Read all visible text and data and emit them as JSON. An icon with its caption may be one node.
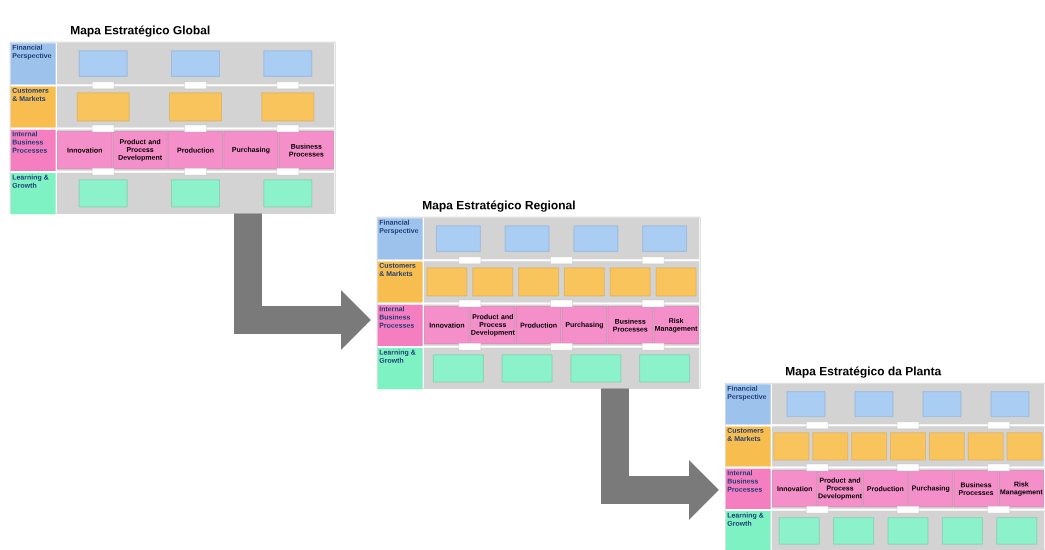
{
  "diagram": {
    "nodes": [
      {
        "text": [
          "Mapa Estratégico Global"
        ]
      },
      {
        "text": [
          "Financial Perspective"
        ],
        "in": 0
      },
      {
        "text": [
          "Customers & Markets"
        ],
        "in": 0
      },
      {
        "text": [
          "Internal Business Processes"
        ],
        "in": 0
      },
      {
        "text": [
          "Learning & Growth"
        ],
        "in": 0
      },
      {
        "text": [],
        "shape": "box",
        "in": 0
      },
      {
        "text": [],
        "shape": "box",
        "in": 0
      },
      {
        "text": [],
        "shape": "box",
        "in": 0
      },
      {
        "text": [],
        "shape": "box",
        "in": 0
      },
      {
        "text": [],
        "shape": "box",
        "in": 0
      },
      {
        "text": [],
        "shape": "box",
        "in": 0
      },
      {
        "text": [
          "Innovation"
        ],
        "in": 0
      },
      {
        "text": [
          "Product and Process Development"
        ],
        "in": 0
      },
      {
        "text": [
          "Production"
        ],
        "in": 0
      },
      {
        "text": [
          "Purchasing"
        ],
        "in": 0
      },
      {
        "text": [
          "Business Processes"
        ],
        "in": 0
      },
      {
        "text": [],
        "shape": "box",
        "in": 0
      },
      {
        "text": [],
        "shape": "box",
        "in": 0
      },
      {
        "text": [],
        "shape": "box",
        "in": 0
      },
      {
        "text": [
          "Mapa Estratégico Regional"
        ]
      },
      {
        "text": [
          "Financial Perspective"
        ],
        "in": 19
      },
      {
        "text": [
          "Customers & Markets"
        ],
        "in": 19
      },
      {
        "text": [
          "Internal Business Processes"
        ],
        "in": 19
      },
      {
        "text": [
          "Learning & Growth"
        ],
        "in": 19
      },
      {
        "text": [],
        "shape": "box",
        "in": 19
      },
      {
        "text": [],
        "shape": "box",
        "in": 19
      },
      {
        "text": [],
        "shape": "box",
        "in": 19
      },
      {
        "text": [],
        "shape": "box",
        "in": 19
      },
      {
        "text": [],
        "shape": "box",
        "in": 19
      },
      {
        "text": [],
        "shape": "box",
        "in": 19
      },
      {
        "text": [],
        "shape": "box",
        "in": 19
      },
      {
        "text": [],
        "shape": "box",
        "in": 19
      },
      {
        "text": [],
        "shape": "box",
        "in": 19
      },
      {
        "text": [],
        "shape": "box",
        "in": 19
      },
      {
        "text": [
          "Innovation"
        ],
        "in": 19
      },
      {
        "text": [
          "Product and Process Development"
        ],
        "in": 19
      },
      {
        "text": [
          "Production"
        ],
        "in": 19
      },
      {
        "text": [
          "Purchasing"
        ],
        "in": 19
      },
      {
        "text": [
          "Business Processes"
        ],
        "in": 19
      },
      {
        "text": [
          "Risk Management"
        ],
        "in": 19
      },
      {
        "text": [],
        "shape": "box",
        "in": 19
      },
      {
        "text": [],
        "shape": "box",
        "in": 19
      },
      {
        "text": [],
        "shape": "box",
        "in": 19
      },
      {
        "text": [],
        "shape": "box",
        "in": 19
      },
      {
        "text": [
          "Mapa Estratégico da Planta"
        ]
      },
      {
        "text": [
          "Financial Perspective"
        ],
        "in": 44
      },
      {
        "text": [
          "Customers & Markets"
        ],
        "in": 44
      },
      {
        "text": [
          "Internal Business Processes"
        ],
        "in": 44
      },
      {
        "text": [
          "Learning & Growth"
        ],
        "in": 44
      },
      {
        "text": [],
        "shape": "box",
        "in": 44
      },
      {
        "text": [],
        "shape": "box",
        "in": 44
      },
      {
        "text": [],
        "shape": "box",
        "in": 44
      },
      {
        "text": [],
        "shape": "box",
        "in": 44
      },
      {
        "text": [],
        "shape": "box",
        "in": 44
      },
      {
        "text": [],
        "shape": "box",
        "in": 44
      },
      {
        "text": [],
        "shape": "box",
        "in": 44
      },
      {
        "text": [],
        "shape": "box",
        "in": 44
      },
      {
        "text": [],
        "shape": "box",
        "in": 44
      },
      {
        "text": [],
        "shape": "box",
        "in": 44
      },
      {
        "text": [],
        "shape": "box",
        "in": 44
      },
      {
        "text": [
          "Innovation"
        ],
        "in": 44
      },
      {
        "text": [
          "Product and Process Development"
        ],
        "in": 44
      },
      {
        "text": [
          "Production"
        ],
        "in": 44
      },
      {
        "text": [
          "Purchasing"
        ],
        "in": 44
      },
      {
        "text": [
          "Business Processes"
        ],
        "in": 44
      },
      {
        "text": [
          "Risk Management"
        ],
        "in": 44
      },
      {
        "text": [],
        "shape": "box",
        "in": 44
      },
      {
        "text": [],
        "shape": "box",
        "in": 44
      },
      {
        "text": [],
        "shape": "box",
        "in": 44
      },
      {
        "text": [],
        "shape": "box",
        "in": 44
      },
      {
        "text": [],
        "shape": "box",
        "in": 44
      }
    ],
    "edges": [
      {
        "from": 0,
        "to": 19,
        "arrow": "to"
      },
      {
        "from": 19,
        "to": 44,
        "arrow": "to"
      }
    ]
  }
}
